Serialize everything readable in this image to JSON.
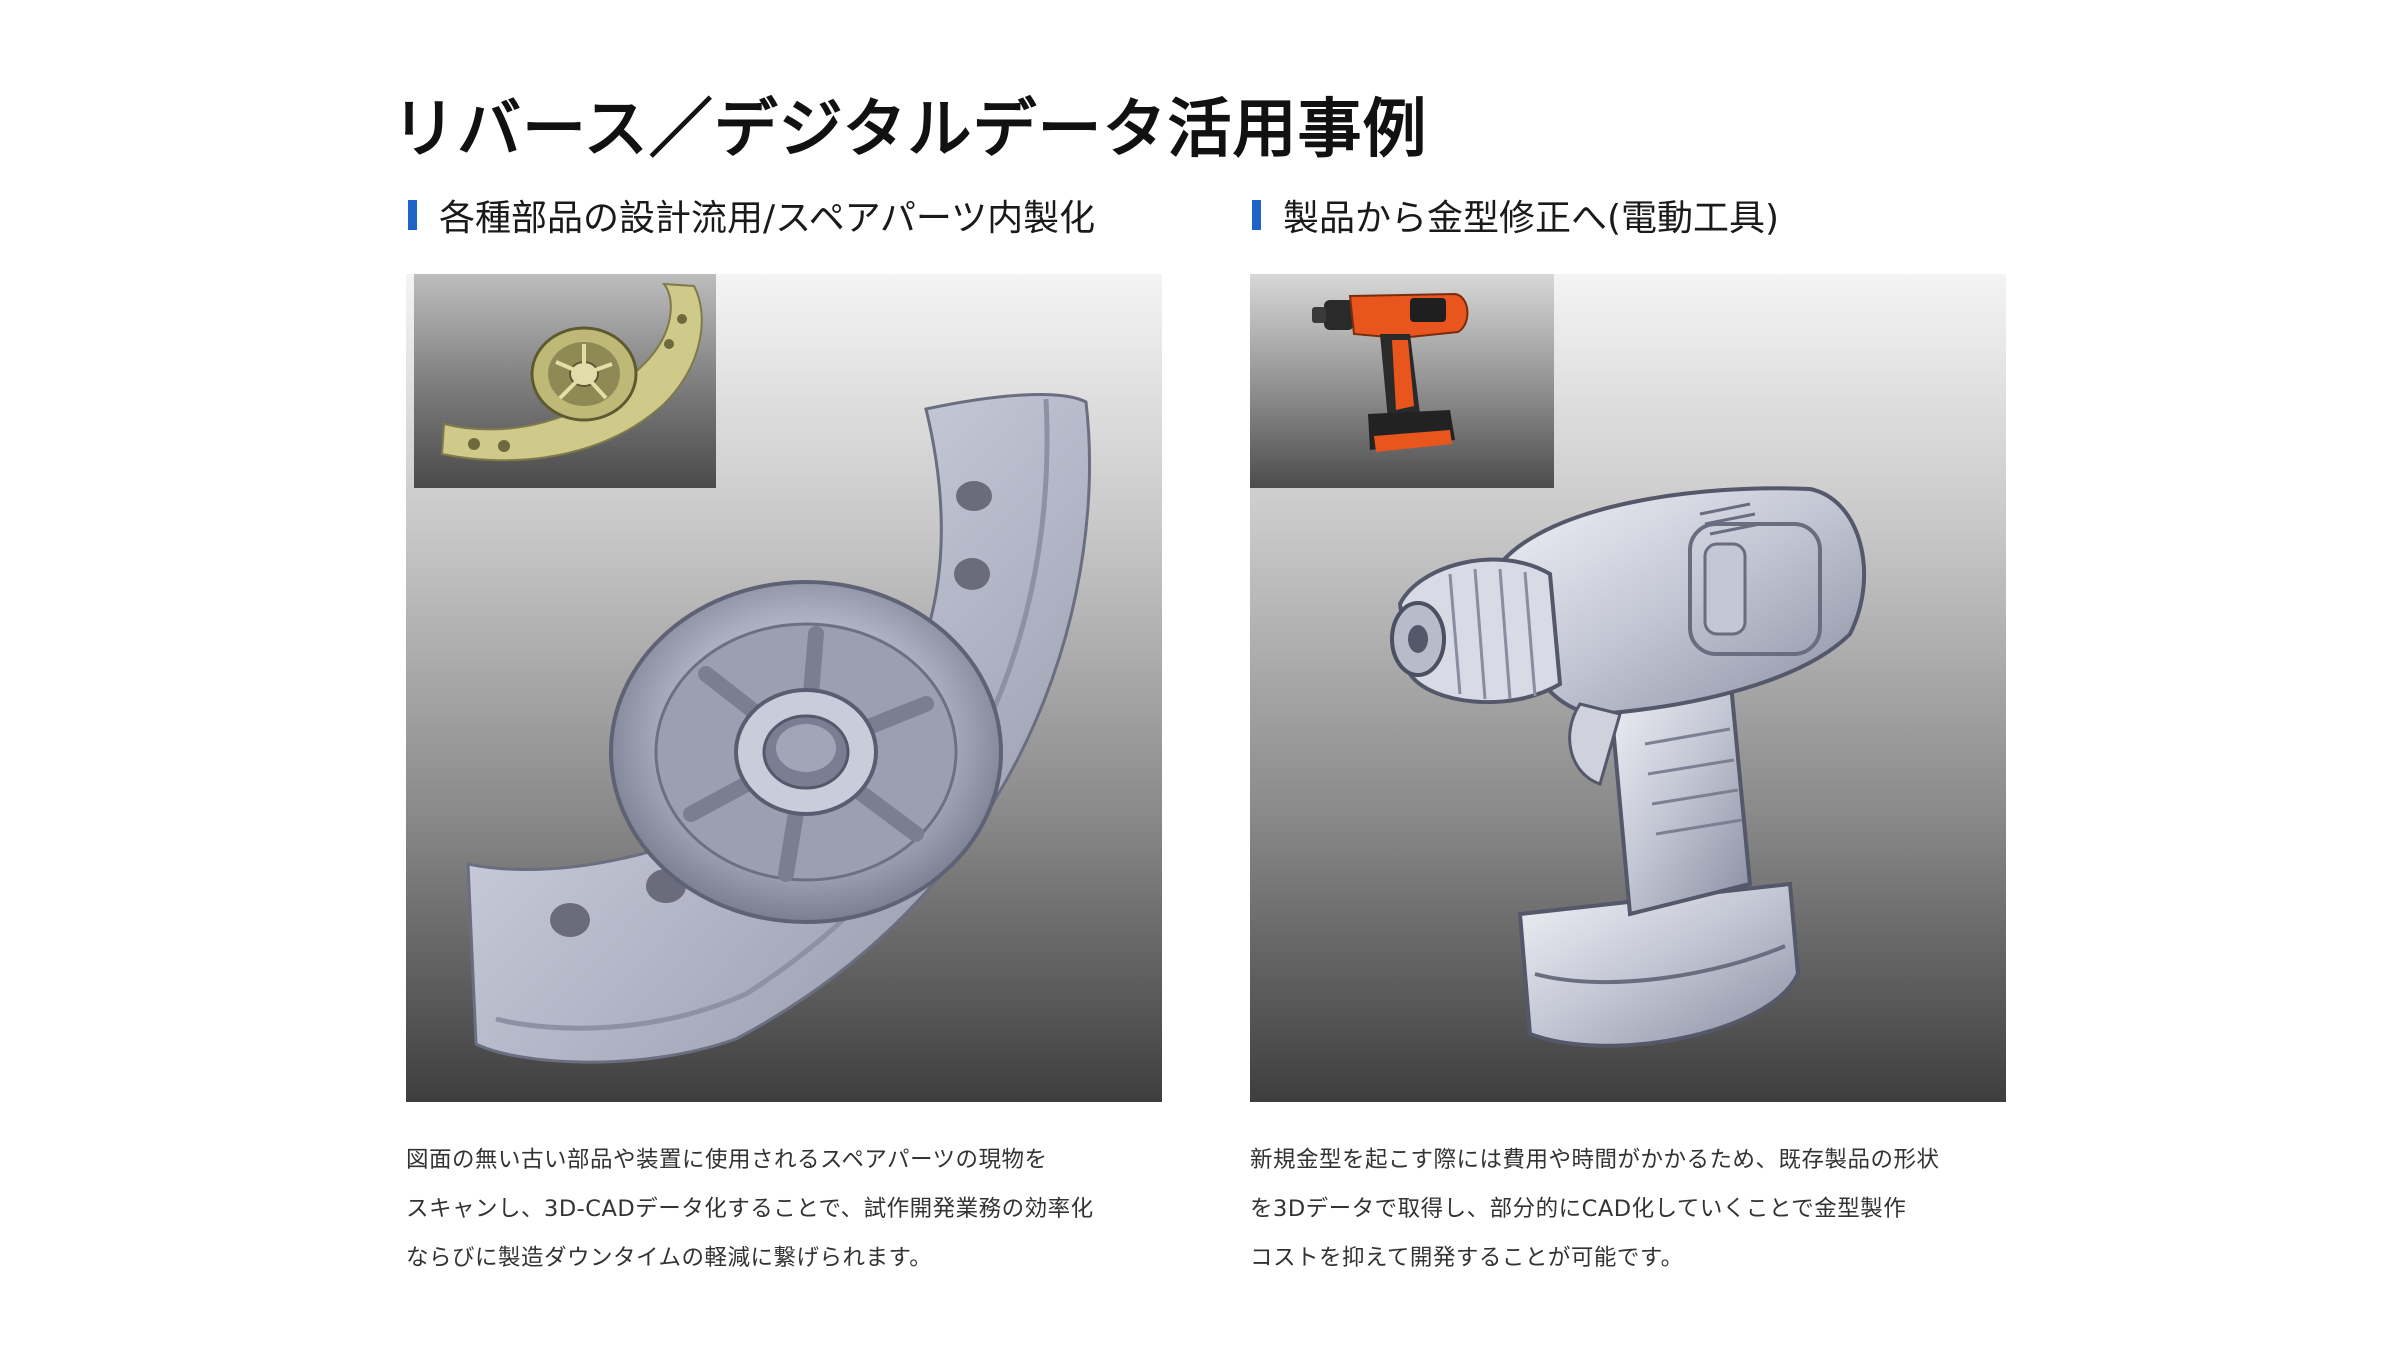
{
  "page": {
    "title": "リバース／デジタルデータ活用事例"
  },
  "sections": [
    {
      "heading": "各種部品の設計流用/スペアパーツ内製化",
      "caption_lines": [
        "図面の無い古い部品や装置に使用されるスペアパーツの現物を",
        "スキャンし、3D-CADデータ化することで、試作開発業務の効率化",
        "ならびに製造ダウンタイムの軽減に繋げられます。"
      ]
    },
    {
      "heading": "製品から金型修正へ(電動工具)",
      "caption_lines": [
        "新規金型を起こす際には費用や時間がかかるため、既存製品の形状",
        "を3Dデータで取得し、部分的にCAD化していくことで金型製作",
        "コストを抑えて開発することが可能です。"
      ]
    }
  ],
  "colors": {
    "accent_bar": "#1f63c6",
    "drill_orange": "#e8561e",
    "part_brass": "#cfc98a",
    "cad_surface": "#b9bccb"
  },
  "icons": {
    "heading_marker": "vertical-blue-bar"
  }
}
